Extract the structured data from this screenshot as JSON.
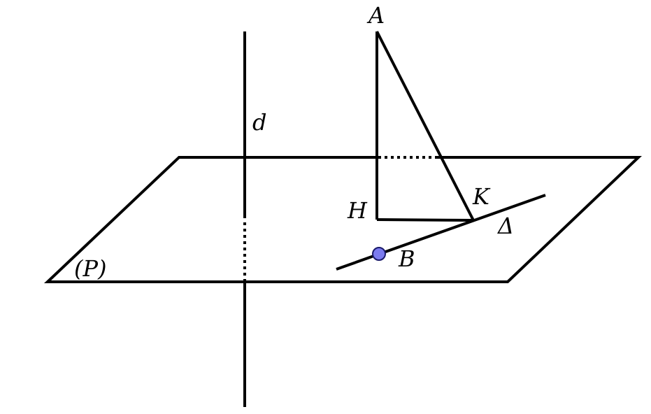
{
  "labels": {
    "point_a": "A",
    "line_d": "d",
    "point_k": "K",
    "point_h": "H",
    "line_delta": "Δ",
    "point_b": "B",
    "plane_p": "(P)"
  },
  "colors": {
    "stroke": "#000000",
    "point_b_fill": "#7b7bef",
    "point_b_stroke": "#1a1a6b"
  }
}
